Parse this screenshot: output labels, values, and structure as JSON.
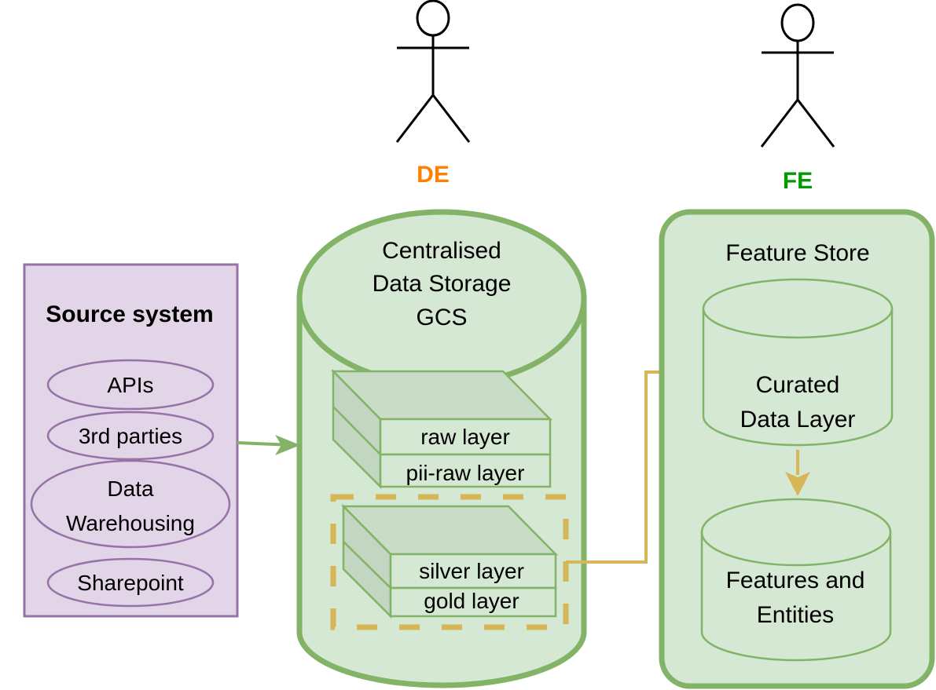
{
  "actors": [
    {
      "label": "DE",
      "color": "#ff8000"
    },
    {
      "label": "FE",
      "color": "#009900"
    }
  ],
  "source_system": {
    "title": "Source system",
    "items": [
      "APIs",
      "3rd parties",
      "Data Warehousing",
      "Sharepoint"
    ],
    "item_lines": [
      [
        "APIs"
      ],
      [
        "3rd parties"
      ],
      [
        "Data",
        "Warehousing"
      ],
      [
        "Sharepoint"
      ]
    ]
  },
  "storage": {
    "title_lines": [
      "Centralised",
      "Data Storage",
      "GCS"
    ],
    "layers_top": [
      "raw layer",
      "pii-raw layer"
    ],
    "layers_bottom": [
      "silver layer",
      "gold layer"
    ]
  },
  "feature_store": {
    "title": "Feature Store",
    "curated_lines": [
      "Curated",
      "Data Layer"
    ],
    "features_lines": [
      "Features and",
      "Entities"
    ]
  },
  "colors": {
    "green_stroke": "#82b366",
    "green_fill": "#d5e8d4",
    "layer_top_fill": "#c9dcc8",
    "purple_stroke": "#9673a6",
    "purple_fill": "#e1d5e7",
    "gold": "#d6b656"
  }
}
